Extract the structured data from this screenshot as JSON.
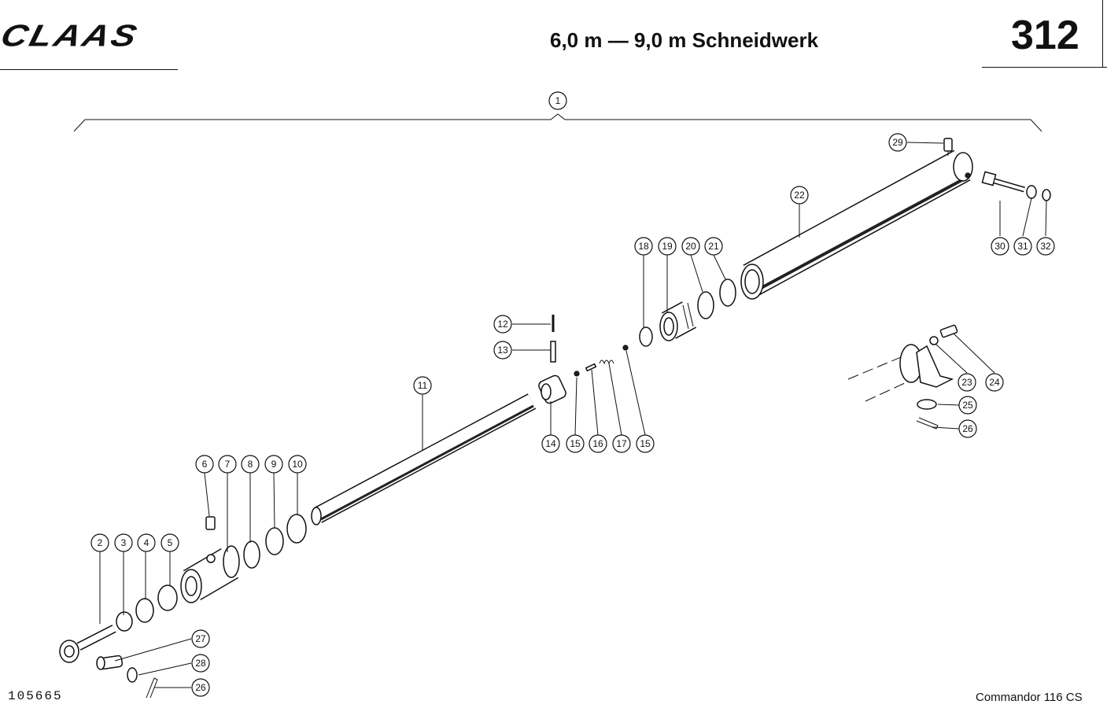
{
  "header": {
    "logo_text": "CLAAS",
    "title": "6,0 m — 9,0 m Schneidwerk",
    "page_number": "312"
  },
  "footer": {
    "drawing_number": "105665",
    "model": "Commandor 116 CS"
  },
  "callouts": [
    "1",
    "2",
    "3",
    "4",
    "5",
    "6",
    "7",
    "8",
    "9",
    "10",
    "11",
    "12",
    "13",
    "14",
    "15",
    "16",
    "17",
    "15",
    "18",
    "19",
    "20",
    "21",
    "22",
    "23",
    "24",
    "25",
    "26",
    "27",
    "28",
    "26",
    "29",
    "30",
    "31",
    "32"
  ]
}
